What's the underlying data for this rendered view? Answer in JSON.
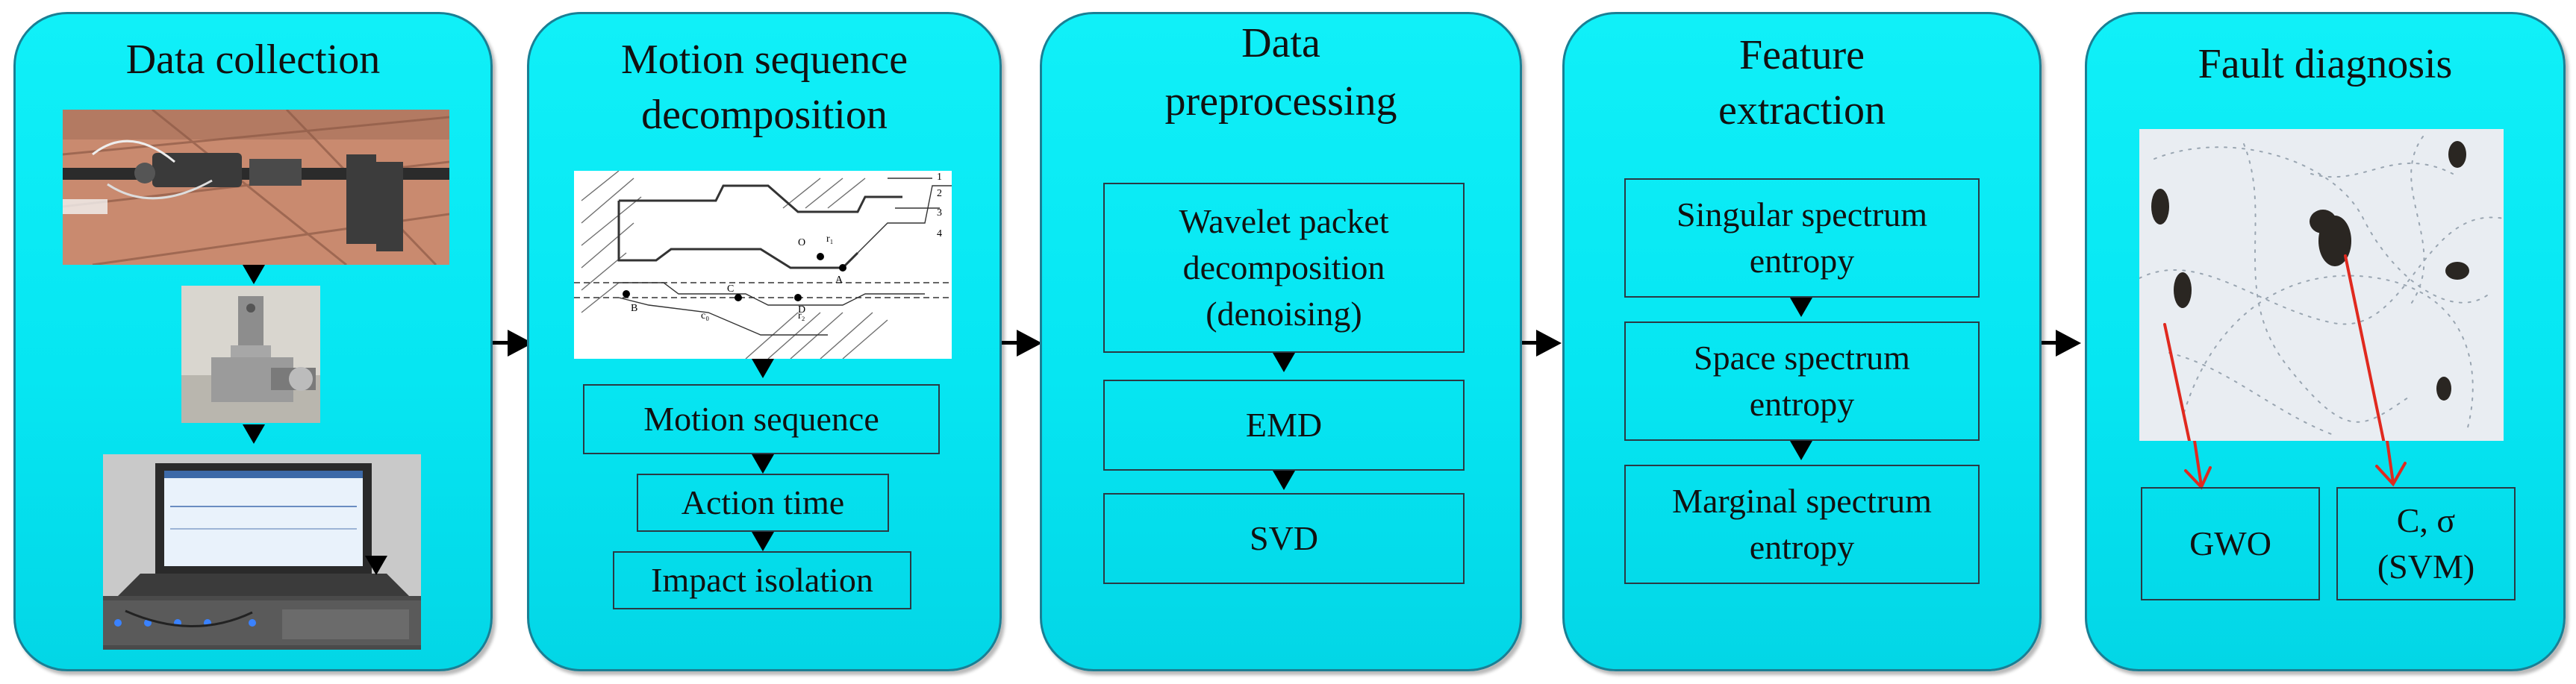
{
  "panels": {
    "collection": {
      "title": "Data collection"
    },
    "decomposition": {
      "title_line1": "Motion sequence",
      "title_line2": "decomposition",
      "steps": [
        "Motion sequence",
        "Action time",
        "Impact isolation"
      ],
      "drawing_labels": [
        "O",
        "B",
        "C",
        "D",
        "A",
        "r₁",
        "r₂",
        "c₀",
        "1",
        "2",
        "3",
        "4"
      ]
    },
    "preprocessing": {
      "title_line1": "Data",
      "title_line2": "preprocessing",
      "steps": [
        {
          "line1": "Wavelet packet",
          "line2": "decomposition",
          "line3": "(denoising)"
        },
        {
          "line1": "EMD"
        },
        {
          "line1": "SVD"
        }
      ]
    },
    "extraction": {
      "title_line1": "Feature",
      "title_line2": "extraction",
      "steps": [
        {
          "line1": "Singular spectrum",
          "line2": "entropy"
        },
        {
          "line1": "Space spectrum",
          "line2": "entropy"
        },
        {
          "line1": "Marginal spectrum",
          "line2": "entropy"
        }
      ]
    },
    "diagnosis": {
      "title": "Fault diagnosis",
      "left_box": "GWO",
      "right_box_line1": "C, σ",
      "right_box_line2": "(SVM)"
    }
  },
  "colors": {
    "panel_fill": "#06e6f2",
    "panel_border": "#1a7f94",
    "arrow": "#000000",
    "red_arrow": "#e0291f"
  }
}
